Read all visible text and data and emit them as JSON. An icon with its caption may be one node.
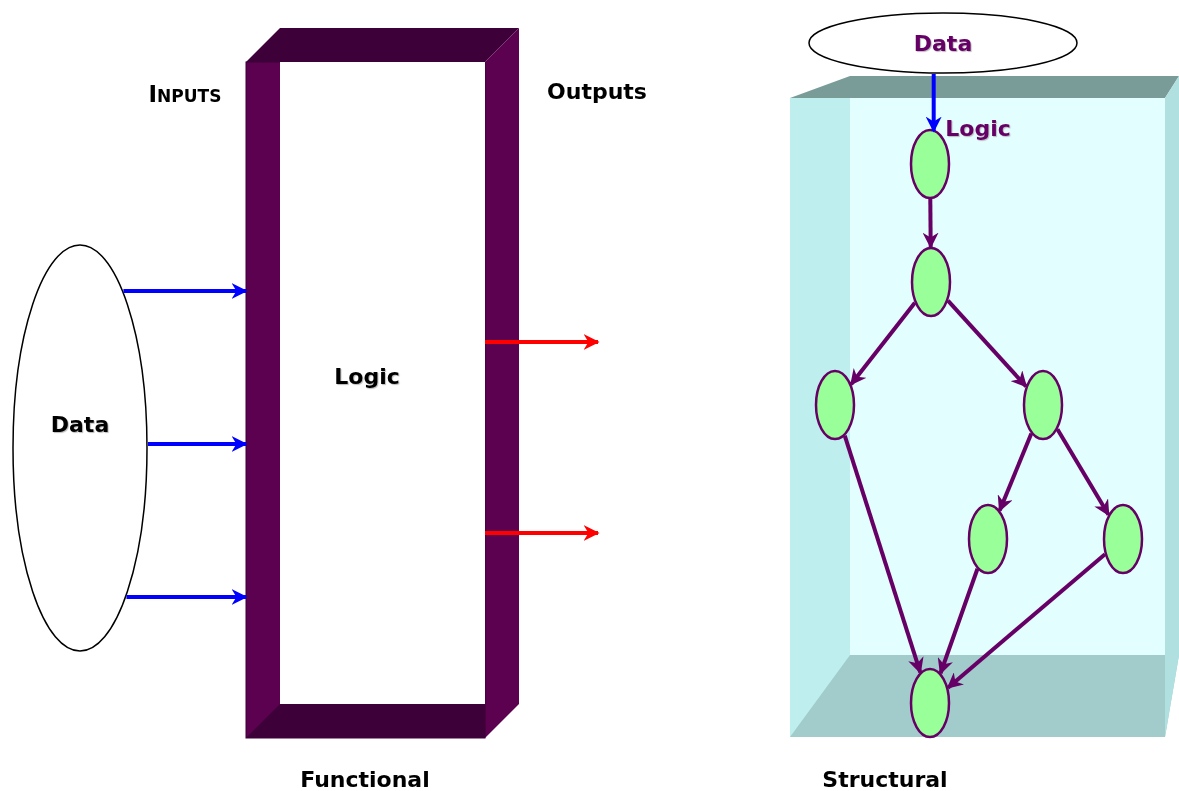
{
  "diagram": {
    "nodes": [
      {
        "text": [
          "Data"
        ]
      },
      {
        "text": [
          "Logic"
        ]
      },
      {
        "text": [
          "Data"
        ]
      },
      {
        "text": [
          "Logic"
        ]
      },
      {
        "text": [],
        "shape": "circle",
        "in": 3
      },
      {
        "text": [],
        "shape": "circle",
        "in": 3
      },
      {
        "text": [],
        "shape": "circle",
        "in": 3
      },
      {
        "text": [],
        "shape": "circle",
        "in": 3
      },
      {
        "text": [],
        "shape": "circle",
        "in": 3
      },
      {
        "text": [],
        "shape": "circle",
        "in": 3
      },
      {
        "text": [],
        "shape": "circle",
        "in": 3
      }
    ],
    "edges": [
      {
        "from": 0,
        "to": 1,
        "arrow": "to",
        "color": "#0000ff"
      },
      {
        "from": 0,
        "to": 1,
        "arrow": "to",
        "color": "#0000ff"
      },
      {
        "from": 0,
        "to": 1,
        "arrow": "to",
        "color": "#0000ff"
      },
      {
        "from": 1,
        "to": null,
        "arrow": "to",
        "color": "#ff0000"
      },
      {
        "from": 1,
        "to": null,
        "arrow": "to",
        "color": "#ff0000"
      },
      {
        "from": 2,
        "to": 4,
        "arrow": "to",
        "color": "#0000ff"
      },
      {
        "from": 4,
        "to": 5,
        "arrow": "to"
      },
      {
        "from": 5,
        "to": 6,
        "arrow": "to"
      },
      {
        "from": 5,
        "to": 7,
        "arrow": "to"
      },
      {
        "from": 7,
        "to": 8,
        "arrow": "to"
      },
      {
        "from": 7,
        "to": 9,
        "arrow": "to"
      },
      {
        "from": 6,
        "to": 10,
        "arrow": "to"
      },
      {
        "from": 8,
        "to": 10,
        "arrow": "to"
      },
      {
        "from": 9,
        "to": 10,
        "arrow": "to"
      }
    ],
    "labels": [
      "INPUTS",
      "Outputs",
      "Functional",
      "Structural"
    ]
  }
}
